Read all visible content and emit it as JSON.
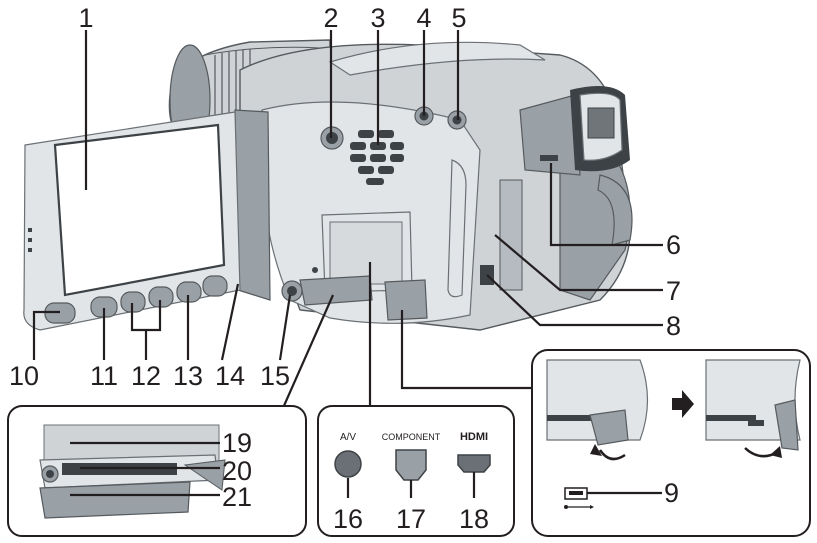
{
  "callouts": {
    "n1": "1",
    "n2": "2",
    "n3": "3",
    "n4": "4",
    "n5": "5",
    "n6": "6",
    "n7": "7",
    "n8": "8",
    "n9": "9",
    "n10": "10",
    "n11": "11",
    "n12": "12",
    "n13": "13",
    "n14": "14",
    "n15": "15",
    "n16": "16",
    "n17": "17",
    "n18": "18",
    "n19": "19",
    "n20": "20",
    "n21": "21"
  },
  "connector_labels": {
    "av": "A/V",
    "component": "COMPONENT",
    "hdmi": "HDMI"
  },
  "icons": [
    "usb-icon",
    "arrow-right-icon",
    "curved-arrow-icon"
  ]
}
